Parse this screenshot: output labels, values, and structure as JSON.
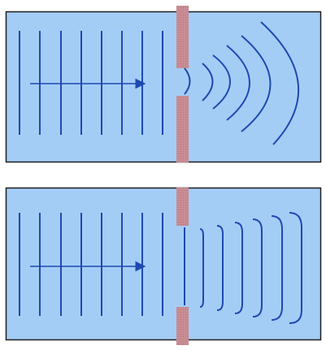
{
  "colors": {
    "background": "#ffffff",
    "tank_fill": "#a4cdf6",
    "tank_border": "#1f1f1f",
    "wave": "#1f49b0",
    "barrier": "#c98d94",
    "arrow": "#1f49b0"
  },
  "panels": [
    {
      "id": "narrow-gap",
      "slit": "narrow",
      "incident_wavefronts": 8,
      "diffracted_wavefronts": 6,
      "diffracted_shape": "circular-arcs",
      "arrow_direction": "right"
    },
    {
      "id": "wide-gap",
      "slit": "wide",
      "incident_wavefronts": 8,
      "diffracted_wavefronts": 6,
      "diffracted_shape": "flat-with-curved-ends",
      "arrow_direction": "right"
    }
  ]
}
